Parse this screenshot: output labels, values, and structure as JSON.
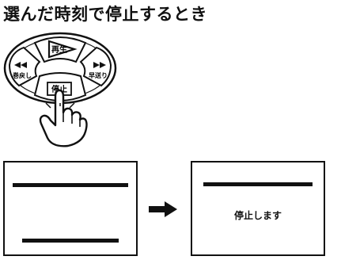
{
  "title": "選んだ時刻で停止するとき",
  "remote": {
    "play_label": "再生",
    "rewind_label": "巻戻し",
    "fast_forward_label": "早送り",
    "stop_label": "停止"
  },
  "screens": {
    "right_text": "停止します"
  }
}
